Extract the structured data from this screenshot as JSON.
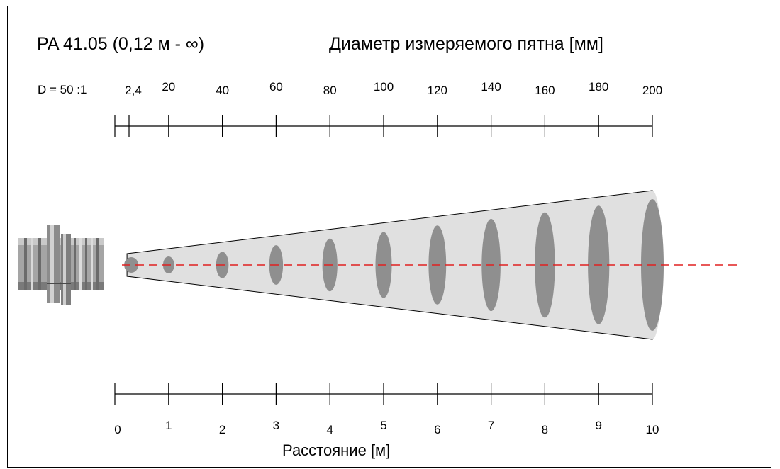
{
  "title_left": "PA 41.05 (0,12 м - ∞)",
  "title_right": "Диаметр измеряемого пятна [мм]",
  "ratio_label": "D = 50 :1",
  "top_scale": {
    "labels": [
      "2,4",
      "20",
      "40",
      "60",
      "80",
      "100",
      "120",
      "140",
      "160",
      "180",
      "200"
    ]
  },
  "bottom_scale": {
    "labels": [
      "0",
      "1",
      "2",
      "3",
      "4",
      "5",
      "6",
      "7",
      "8",
      "9",
      "10"
    ],
    "title": "Расстояние [м]"
  },
  "spots": [
    {
      "distance_m": 0.12,
      "diameter_mm": 2.4
    },
    {
      "distance_m": 1,
      "diameter_mm": 20
    },
    {
      "distance_m": 2,
      "diameter_mm": 40
    },
    {
      "distance_m": 3,
      "diameter_mm": 60
    },
    {
      "distance_m": 4,
      "diameter_mm": 80
    },
    {
      "distance_m": 5,
      "diameter_mm": 100
    },
    {
      "distance_m": 6,
      "diameter_mm": 120
    },
    {
      "distance_m": 7,
      "diameter_mm": 140
    },
    {
      "distance_m": 8,
      "diameter_mm": 160
    },
    {
      "distance_m": 9,
      "diameter_mm": 180
    },
    {
      "distance_m": 10,
      "diameter_mm": 200
    }
  ],
  "colors": {
    "cone_fill": "#e0e0e0",
    "spot_fill": "#8f8f8f",
    "axis_line": "#e02020",
    "sensor": "#9a9a9a"
  },
  "icons": {
    "sensor": "infrared-sensor-icon"
  }
}
